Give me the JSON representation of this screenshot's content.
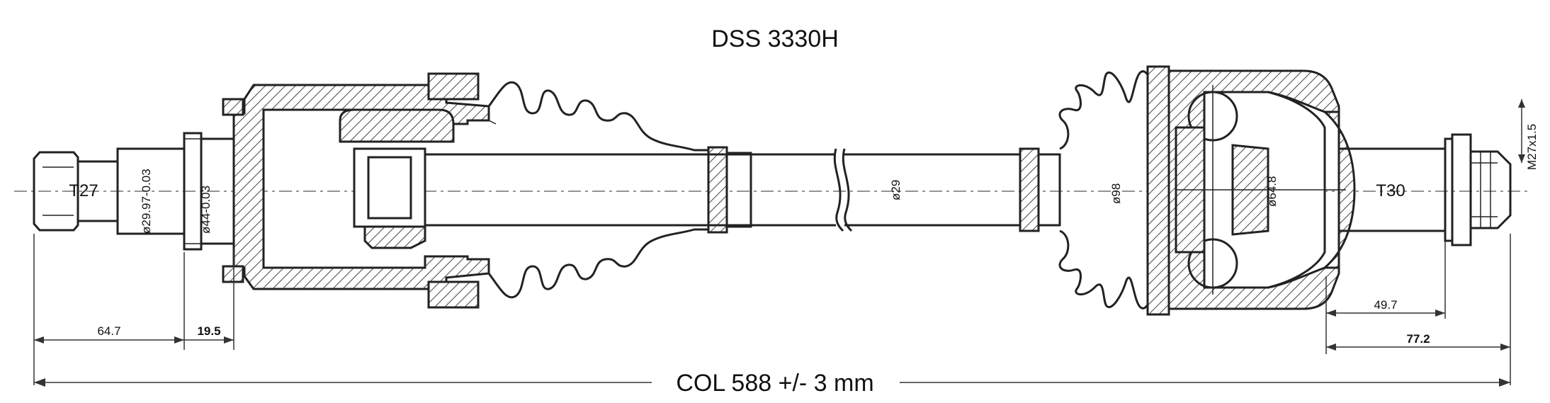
{
  "title": "DSS 3330H",
  "overall_length": "COL 588 +/- 3 mm",
  "left_end": {
    "spline_label": "T27",
    "dia_label_1": "ø29.97-0.03",
    "dia_label_2": "ø44-0.03",
    "dim_length": "64.7",
    "dim_flange": "19.5"
  },
  "shaft": {
    "dia_label": "ø29"
  },
  "right_end": {
    "spline_label": "T30",
    "boot_dia_label": "ø98",
    "cv_dia_label": "ø64.8",
    "thread_label": "M27x1.5",
    "dim_inner": "49.7",
    "dim_outer": "77.2"
  }
}
